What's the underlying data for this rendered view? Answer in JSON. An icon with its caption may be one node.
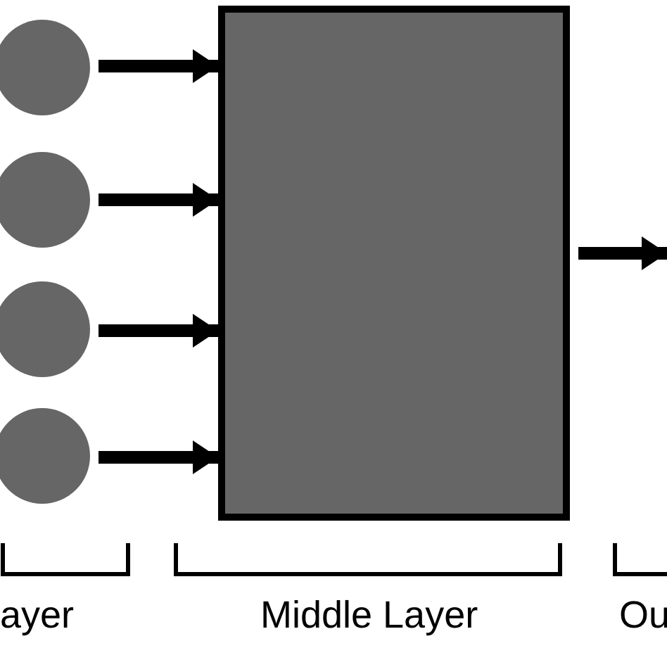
{
  "diagram": {
    "nodes": [
      {
        "text": [],
        "shape": "circle"
      },
      {
        "text": [],
        "shape": "circle"
      },
      {
        "text": [],
        "shape": "circle"
      },
      {
        "text": [],
        "shape": "circle"
      },
      {
        "text": [],
        "shape": "box"
      }
    ],
    "edges": [
      {
        "from": 0,
        "to": 4,
        "arrow": "to"
      },
      {
        "from": 1,
        "to": 4,
        "arrow": "to"
      },
      {
        "from": 2,
        "to": 4,
        "arrow": "to"
      },
      {
        "from": 3,
        "to": 4,
        "arrow": "to"
      },
      {
        "from": 4,
        "to": null,
        "arrow": "to"
      }
    ],
    "labels": [
      "ayer",
      "Middle Layer",
      "Ou"
    ]
  }
}
